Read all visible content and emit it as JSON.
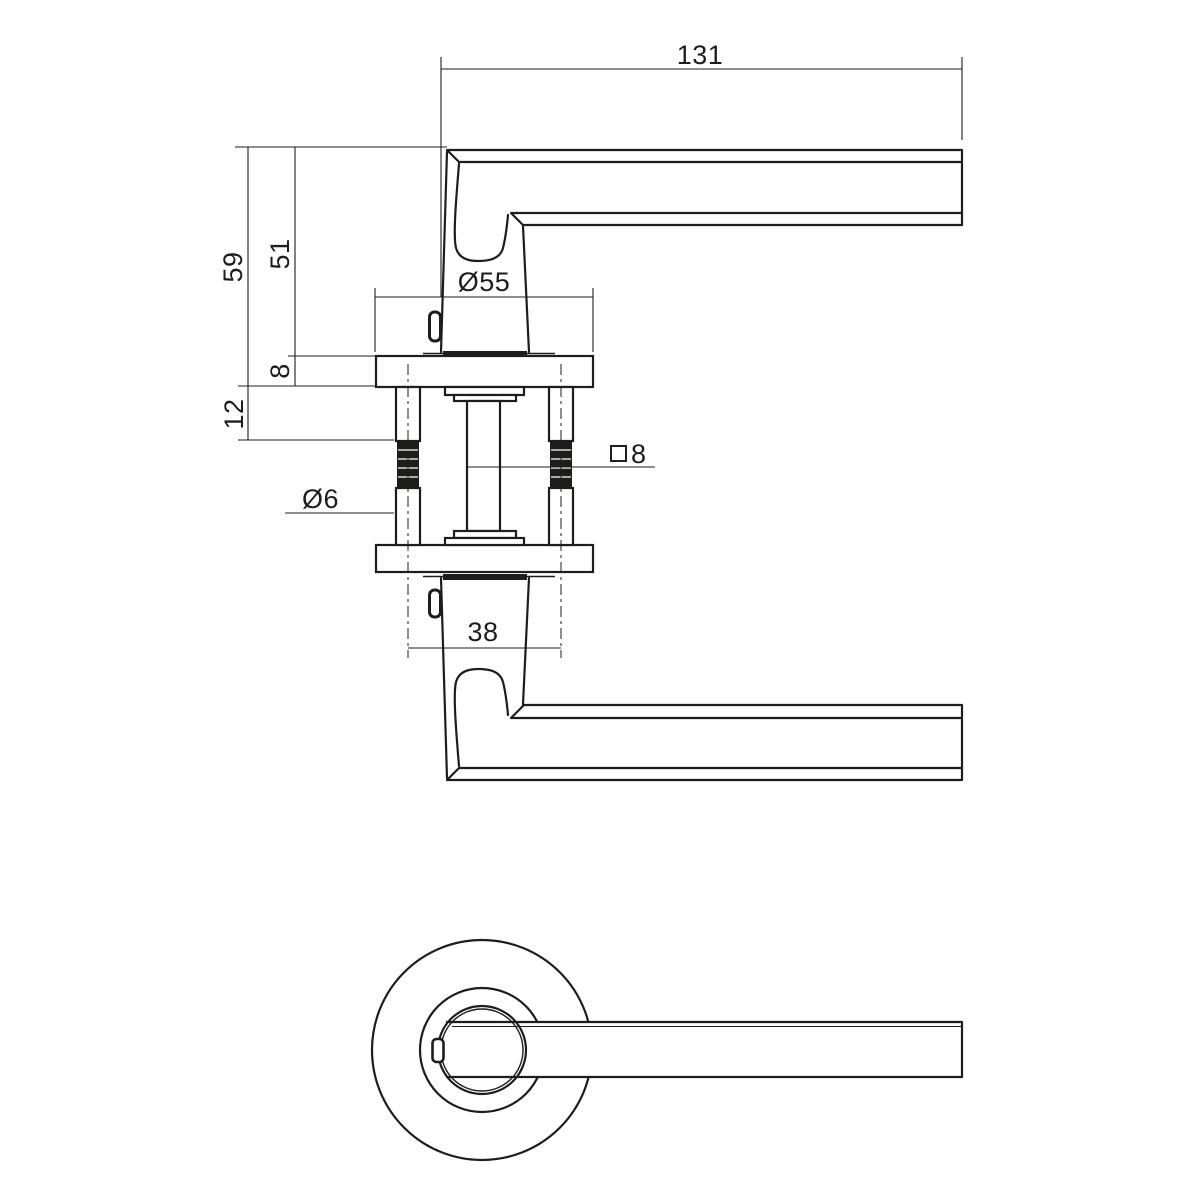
{
  "drawing": {
    "colors": {
      "ink": "#1d1d1b",
      "background": "#ffffff"
    },
    "dimensions": {
      "lever_length": "131",
      "overall_height": "59",
      "height_to_rose": "51",
      "rose_thickness": "8",
      "screw_shaft_length": "12",
      "rose_diameter": "Ø55",
      "screw_diameter": "Ø6",
      "spindle_symbol": "□",
      "spindle_size": "8",
      "screw_centers_distance": "38"
    }
  }
}
